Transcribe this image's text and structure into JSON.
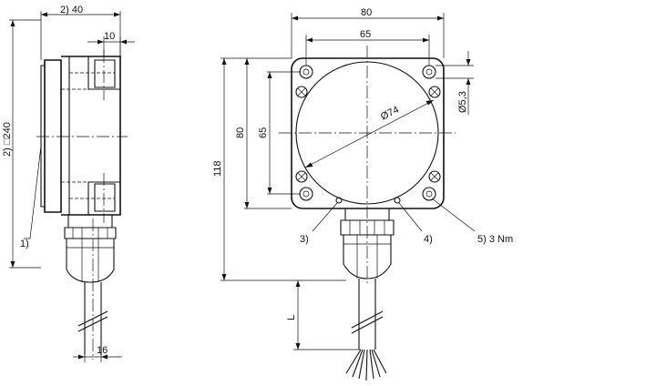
{
  "side_view": {
    "dim_top": "2) 40",
    "dim_small": "10",
    "dim_vertical": "2) □240",
    "callout_1": "1)",
    "dim_bottom": "16"
  },
  "front_view": {
    "dim_width_outer": "80",
    "dim_width_inner": "65",
    "dim_height_outer": "80",
    "dim_height_inner": "65",
    "dim_total_height": "118",
    "dim_diameter": "Ø74",
    "dim_hole": "Ø5,3",
    "callout_3": "3)",
    "callout_4": "4)",
    "callout_5": "5) 3 Nm",
    "dim_cable_length": "L"
  }
}
